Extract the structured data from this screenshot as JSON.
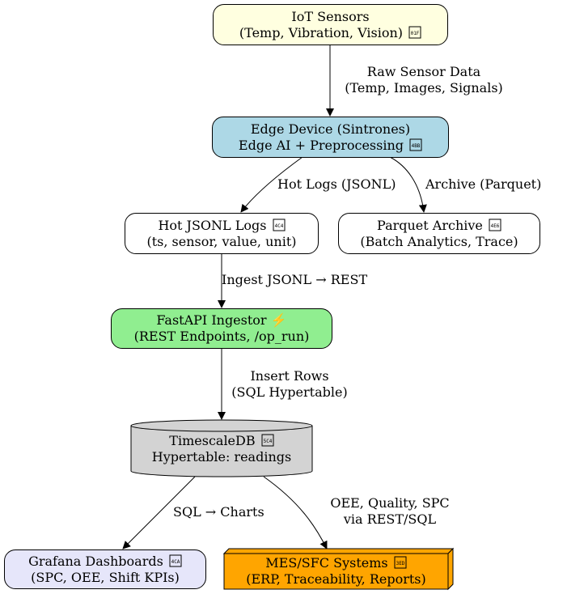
{
  "nodes": {
    "iot_sensors": {
      "line1": "IoT Sensors",
      "line2": "(Temp, Vibration, Vision)",
      "icon": "satellite-icon",
      "fill": "#ffffe0"
    },
    "edge_device": {
      "line1": "Edge Device (Sintrones)",
      "line2": "Edge AI + Preprocessing",
      "icon": "cpu-icon",
      "fill": "#add8e6"
    },
    "hot_logs": {
      "line1": "Hot JSONL Logs",
      "line2": "(ts, sensor, value, unit)",
      "icon": "log-icon",
      "fill": "#ffffff"
    },
    "parquet_archive": {
      "line1": "Parquet Archive",
      "line2": "(Batch Analytics, Trace)",
      "icon": "archive-icon",
      "fill": "#ffffff"
    },
    "fastapi": {
      "line1": "FastAPI Ingestor",
      "line1_suffix": "⚡",
      "line2": "(REST Endpoints, /op_run)",
      "fill": "#90ee90"
    },
    "timescaledb": {
      "line1": "TimescaleDB",
      "line2": "Hypertable: readings",
      "icon": "database-icon",
      "fill": "#d3d3d3"
    },
    "grafana": {
      "line1": "Grafana Dashboards",
      "line2": "(SPC, OEE, Shift KPIs)",
      "icon": "chart-icon",
      "fill": "#e6e6fa"
    },
    "mes_sfc": {
      "line1": "MES/SFC Systems",
      "line2": "(ERP, Traceability, Reports)",
      "icon": "factory-icon",
      "fill": "#ffa500"
    }
  },
  "edges": {
    "raw_sensor": {
      "line1": "Raw Sensor Data",
      "line2": "(Temp, Images, Signals)"
    },
    "hot_logs": {
      "line1": "Hot Logs (JSONL)"
    },
    "archive": {
      "line1": "Archive (Parquet)"
    },
    "ingest": {
      "line1": "Ingest JSONL → REST"
    },
    "insert_rows": {
      "line1": "Insert Rows",
      "line2": "(SQL Hypertable)"
    },
    "sql_charts": {
      "line1": "SQL → Charts"
    },
    "oee": {
      "line1": "OEE, Quality, SPC",
      "line2": "via REST/SQL"
    }
  }
}
